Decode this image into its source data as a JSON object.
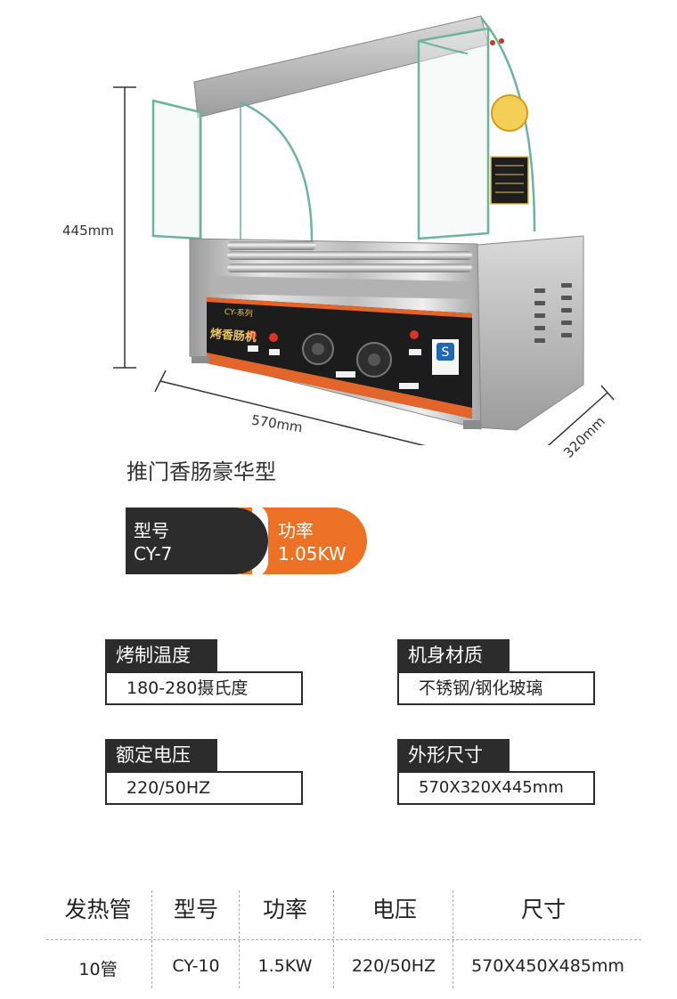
{
  "product": {
    "dim_height": "445mm",
    "dim_width": "570mm",
    "dim_depth": "320mm",
    "panel_series": "CY-系列",
    "panel_name": "烤香肠机"
  },
  "title": "推门香肠豪华型",
  "badge": {
    "model_label": "型号",
    "model_value": "CY-7",
    "power_label": "功率",
    "power_value": "1.05KW"
  },
  "specs": [
    {
      "label": "烤制温度",
      "value": "180-280摄氏度"
    },
    {
      "label": "机身材质",
      "value": "不锈钢/钢化玻璃"
    },
    {
      "label": "额定电压",
      "value": "220/50HZ"
    },
    {
      "label": "外形尺寸",
      "value": "570X320X445mm"
    }
  ],
  "table": {
    "headers": [
      "发热管",
      "型号",
      "功率",
      "电压",
      "尺寸"
    ],
    "row": [
      "10管",
      "CY-10",
      "1.5KW",
      "220/50HZ",
      "570X450X485mm"
    ]
  },
  "colors": {
    "dark": "#2c2c2c",
    "accent": "#ee7226",
    "glass": "#6fb39a",
    "steel": "#b8b8b8"
  }
}
